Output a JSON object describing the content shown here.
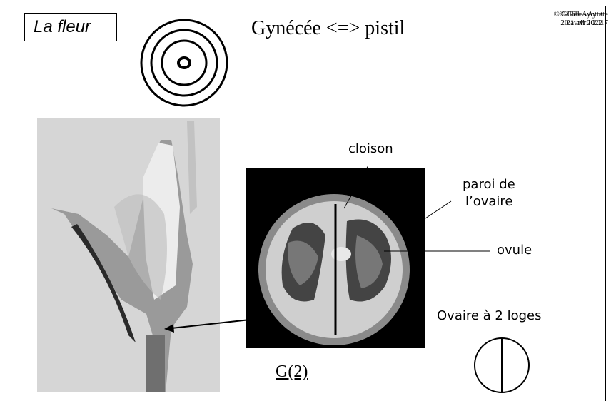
{
  "slide": {
    "title_box": "La fleur",
    "heading": "Gynécée <=> pistil",
    "copyright": {
      "line1": "© Gilles Ayotte",
      "line2": "20 avril 2022",
      "overlap_line1": "© Gilles Ayotte",
      "overlap_line2": "21 avril 2017"
    }
  },
  "labels": {
    "cloison": "cloison",
    "paroi_line1": "paroi de",
    "paroi_line2": "l’ovaire",
    "ovule": "ovule",
    "loges": "Ovaire à 2 loges",
    "formula": "G(2)"
  },
  "icons": {
    "floral_diagram": "concentric-circles-icon",
    "ovary_diagram": "bilocular-ovary-icon"
  },
  "colors": {
    "photo_background": "#d8d8d8",
    "tomato_background": "#000000",
    "tomato_flesh": "#cfcfcf",
    "tomato_seeds": "#555555"
  }
}
